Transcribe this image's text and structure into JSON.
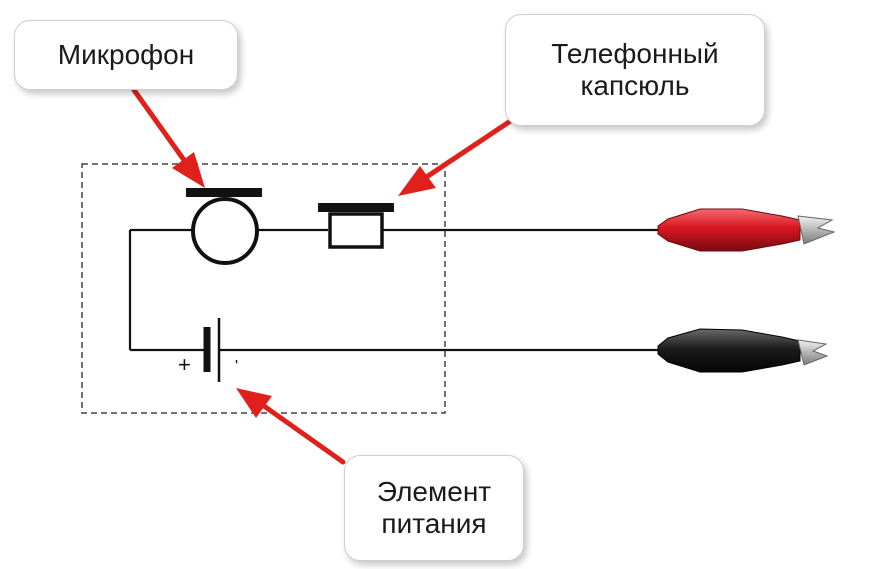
{
  "labels": {
    "microphone": [
      "Микрофон"
    ],
    "phone_capsule": [
      "Телефонный",
      "капсюль"
    ],
    "power_cell": [
      "Элемент",
      "питания"
    ],
    "plus_sign": "+",
    "minus_sign": "'"
  },
  "colors": {
    "wire": "#111111",
    "dashed_box": "#444444",
    "arrow": "#e0201b",
    "clip_red": "#d8161f",
    "clip_black": "#1c1c1c",
    "clip_metal": "#c7c7c7"
  }
}
